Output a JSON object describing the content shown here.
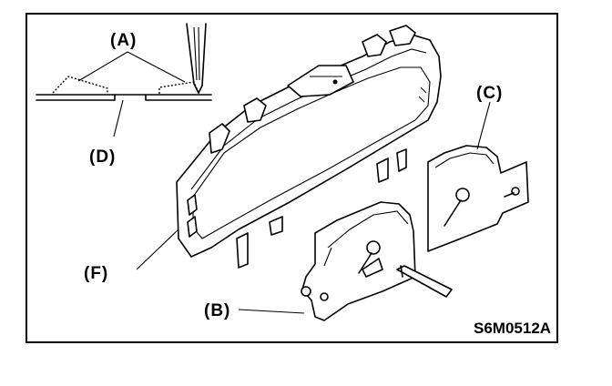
{
  "labels": {
    "a": "(A)",
    "b": "(B)",
    "c": "(C)",
    "d": "(D)",
    "f": "(F)"
  },
  "figure_code": "S6M0512A",
  "colors": {
    "line": "#000000",
    "background": "#ffffff"
  }
}
